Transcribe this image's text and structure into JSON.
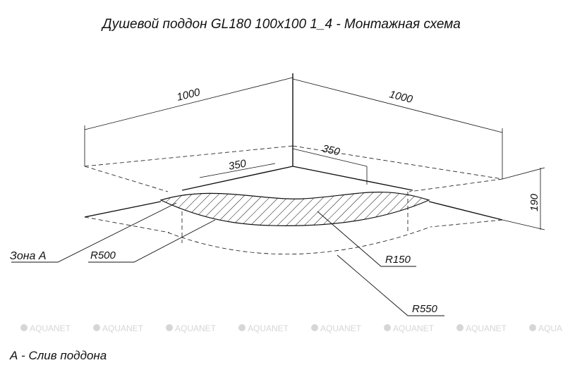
{
  "title": "Душевой поддон GL180 100x100 1_4 - Монтажная схема",
  "dimensions": {
    "left_width": "1000",
    "right_width": "1000",
    "left_inset": "350",
    "right_inset": "350",
    "height": "190"
  },
  "callouts": {
    "zone": "Зона А",
    "r500": "R500",
    "r150": "R150",
    "r550": "R550"
  },
  "legend": "А - Слив поддона",
  "watermark": {
    "text": "AQUANET",
    "repeat": 8,
    "color": "#d6d6d6"
  },
  "colors": {
    "line": "#111111",
    "hatch": "#111111"
  }
}
